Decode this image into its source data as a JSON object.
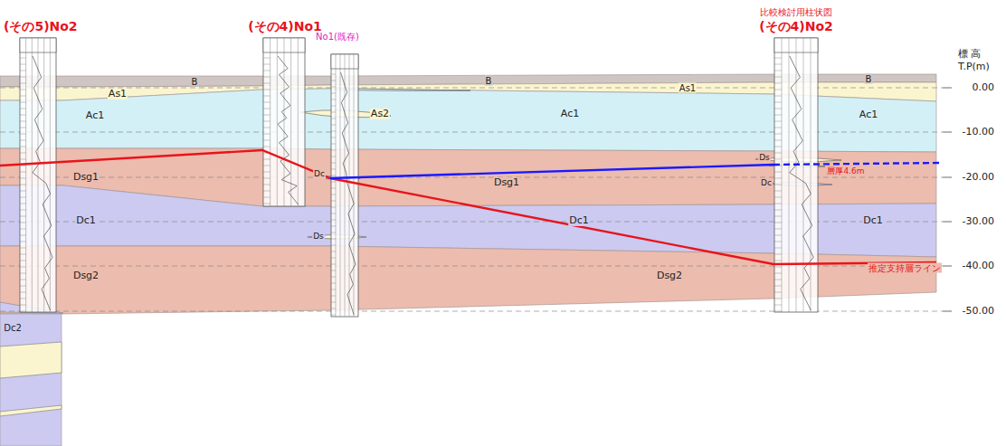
{
  "diagram": {
    "labels": [
      "(その5)No2",
      "(その4)No1",
      "No1(既存)",
      "比較検討用柱状図",
      "(その4)No2",
      "標 高",
      "T.P(m)",
      "0.00",
      "-10.00",
      "-20.00",
      "-30.00",
      "-40.00",
      "-50.00",
      "B",
      "B",
      "B",
      "As1",
      "As1",
      "As2",
      "Ac1",
      "Ac1",
      "Ac1",
      "Dsg1",
      "Dsg1",
      "Dc",
      "Ds",
      "Dc",
      "層厚4.6m",
      "Dc1",
      "Dc1",
      "Dc1",
      "Ds",
      "推定支持層ライン",
      "Dsg2",
      "Dsg2",
      "Dc2"
    ]
  }
}
